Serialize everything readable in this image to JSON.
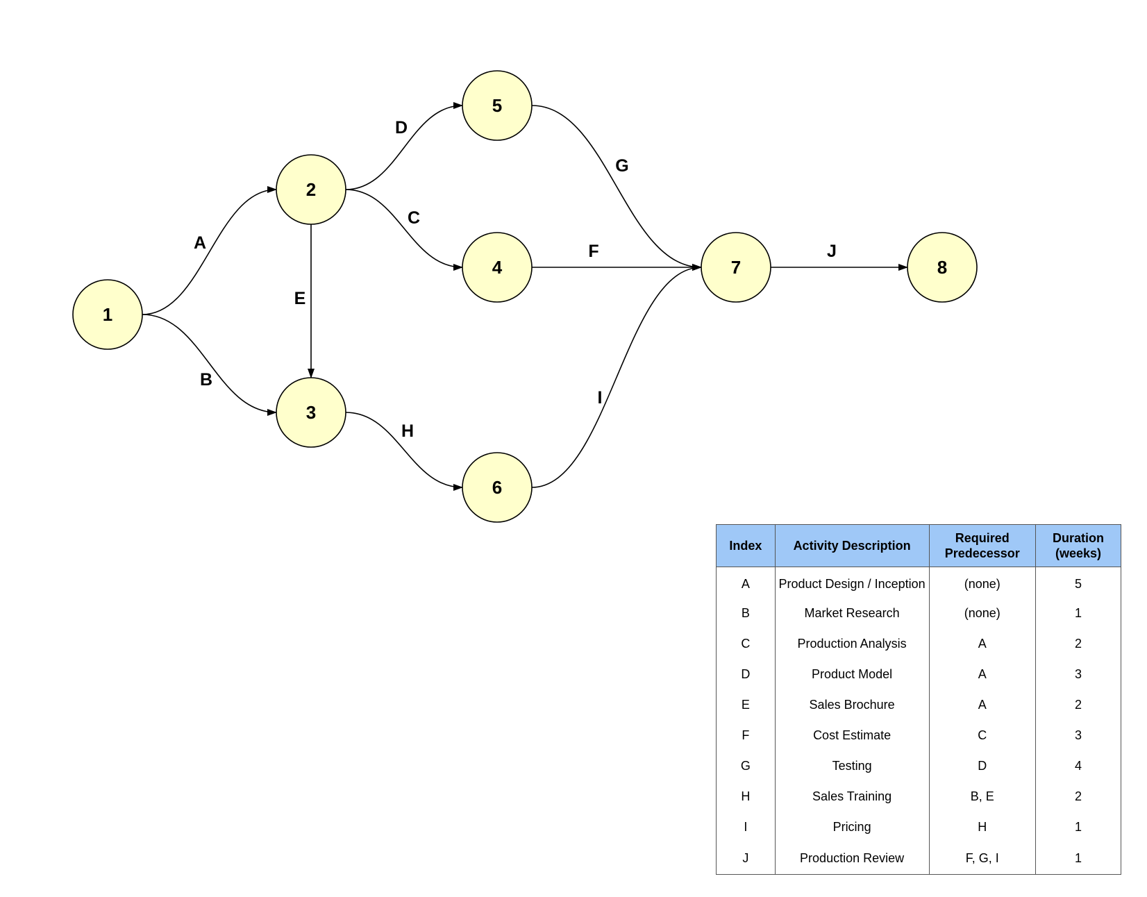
{
  "nodes": [
    {
      "id": "1",
      "label": "1"
    },
    {
      "id": "2",
      "label": "2"
    },
    {
      "id": "3",
      "label": "3"
    },
    {
      "id": "4",
      "label": "4"
    },
    {
      "id": "5",
      "label": "5"
    },
    {
      "id": "6",
      "label": "6"
    },
    {
      "id": "7",
      "label": "7"
    },
    {
      "id": "8",
      "label": "8"
    }
  ],
  "edges": [
    {
      "label": "A",
      "from": "1",
      "to": "2"
    },
    {
      "label": "B",
      "from": "1",
      "to": "3"
    },
    {
      "label": "C",
      "from": "2",
      "to": "4"
    },
    {
      "label": "D",
      "from": "2",
      "to": "5"
    },
    {
      "label": "E",
      "from": "2",
      "to": "3"
    },
    {
      "label": "F",
      "from": "4",
      "to": "7"
    },
    {
      "label": "G",
      "from": "5",
      "to": "7"
    },
    {
      "label": "H",
      "from": "3",
      "to": "6"
    },
    {
      "label": "I",
      "from": "6",
      "to": "7"
    },
    {
      "label": "J",
      "from": "7",
      "to": "8"
    }
  ],
  "colors": {
    "node_fill": "#ffffcc",
    "header_fill": "#9fc8f7",
    "stroke": "#000000"
  },
  "table": {
    "headers": {
      "index": "Index",
      "description": "Activity Description",
      "predecessor_line1": "Required",
      "predecessor_line2": "Predecessor",
      "duration_line1": "Duration",
      "duration_line2": "(weeks)"
    },
    "rows": [
      {
        "index": "A",
        "description": "Product Design / Inception",
        "predecessor": "(none)",
        "duration": "5"
      },
      {
        "index": "B",
        "description": "Market Research",
        "predecessor": "(none)",
        "duration": "1"
      },
      {
        "index": "C",
        "description": "Production Analysis",
        "predecessor": "A",
        "duration": "2"
      },
      {
        "index": "D",
        "description": "Product Model",
        "predecessor": "A",
        "duration": "3"
      },
      {
        "index": "E",
        "description": "Sales Brochure",
        "predecessor": "A",
        "duration": "2"
      },
      {
        "index": "F",
        "description": "Cost Estimate",
        "predecessor": "C",
        "duration": "3"
      },
      {
        "index": "G",
        "description": "Testing",
        "predecessor": "D",
        "duration": "4"
      },
      {
        "index": "H",
        "description": "Sales Training",
        "predecessor": "B, E",
        "duration": "2"
      },
      {
        "index": "I",
        "description": "Pricing",
        "predecessor": "H",
        "duration": "1"
      },
      {
        "index": "J",
        "description": "Production Review",
        "predecessor": "F, G, I",
        "duration": "1"
      }
    ]
  }
}
